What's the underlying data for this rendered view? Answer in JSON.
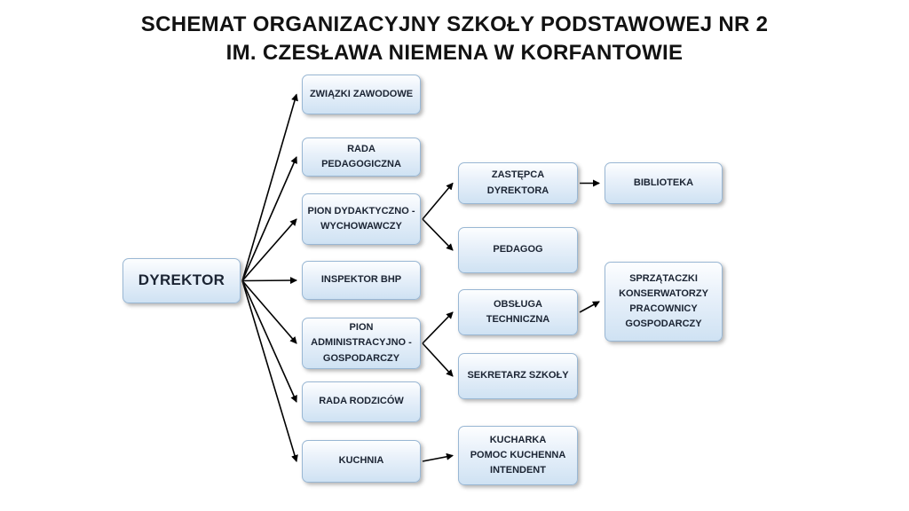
{
  "title": {
    "line1": "SCHEMAT ORGANIZACYJNY SZKOŁY PODSTAWOWEJ NR 2",
    "line2": "IM. CZESŁAWA NIEMENA W KORFANTOWIE"
  },
  "colors": {
    "box_fill_top": "#fdfeff",
    "box_fill_bottom": "#cfe2f3",
    "box_border": "#99b7d4",
    "text": "#1b2433",
    "arrow": "#000000"
  },
  "nodes": {
    "dyrektor": {
      "label": "DYREKTOR"
    },
    "zwiazki": {
      "label": "ZWIĄZKI ZAWODOWE"
    },
    "rada_pedagogiczna": {
      "label": "RADA PEDAGOGICZNA"
    },
    "pion_dydaktyczno": {
      "line1": "PION DYDAKTYCZNO -",
      "line2": "WYCHOWAWCZY"
    },
    "inspektor_bhp": {
      "label": "INSPEKTOR BHP"
    },
    "pion_administracyjno": {
      "line1": "PION ADMINISTRACYJNO -",
      "line2": "GOSPODARCZY"
    },
    "rada_rodzicow": {
      "label": "RADA RODZICÓW"
    },
    "kuchnia": {
      "label": "KUCHNIA"
    },
    "zastepca": {
      "label": "ZASTĘPCA DYREKTORA"
    },
    "pedagog": {
      "label": "PEDAGOG"
    },
    "obsluga": {
      "label": "OBSŁUGA TECHNICZNA"
    },
    "sekretarz": {
      "label": "SEKRETARZ SZKOŁY"
    },
    "kucharka": {
      "line1": "KUCHARKA",
      "line2": "POMOC KUCHENNA",
      "line3": "INTENDENT"
    },
    "biblioteka": {
      "label": "BIBLIOTEKA"
    },
    "sprzataczki": {
      "line1": "SPRZĄTACZKI",
      "line2": "KONSERWATORZY",
      "line3": "PRACOWNICY",
      "line4": "GOSPODARCZY"
    }
  },
  "edges": [
    {
      "from": "dyrektor",
      "to": "zwiazki"
    },
    {
      "from": "dyrektor",
      "to": "rada_pedagogiczna"
    },
    {
      "from": "dyrektor",
      "to": "pion_dydaktyczno"
    },
    {
      "from": "dyrektor",
      "to": "inspektor_bhp"
    },
    {
      "from": "dyrektor",
      "to": "pion_administracyjno"
    },
    {
      "from": "dyrektor",
      "to": "rada_rodzicow"
    },
    {
      "from": "dyrektor",
      "to": "kuchnia"
    },
    {
      "from": "pion_dydaktyczno",
      "to": "zastepca"
    },
    {
      "from": "pion_dydaktyczno",
      "to": "pedagog"
    },
    {
      "from": "zastepca",
      "to": "biblioteka"
    },
    {
      "from": "pion_administracyjno",
      "to": "obsluga"
    },
    {
      "from": "pion_administracyjno",
      "to": "sekretarz"
    },
    {
      "from": "obsluga",
      "to": "sprzataczki"
    },
    {
      "from": "kuchnia",
      "to": "kucharka"
    }
  ]
}
